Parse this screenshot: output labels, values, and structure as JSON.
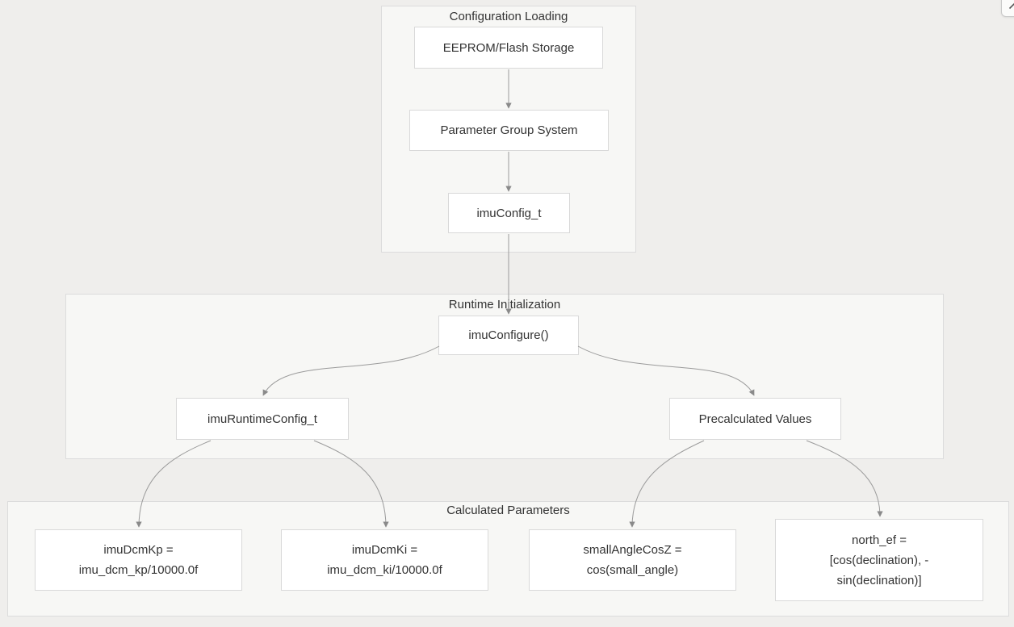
{
  "colors": {
    "page_bg": "#efeeec",
    "group_bg": "#f7f7f5",
    "group_border": "#dcdcdc",
    "node_bg": "#ffffff",
    "node_border": "#d9d9d9",
    "text": "#333333",
    "edge": "#9b9b9b"
  },
  "toolbar": {
    "corner_button": "diagonal-arrow"
  },
  "diagram": {
    "groups": [
      {
        "title": "Configuration Loading"
      },
      {
        "title": "Runtime Initialization"
      },
      {
        "title": "Calculated Parameters"
      }
    ],
    "nodes": {
      "eeprom": "EEPROM/Flash Storage",
      "pgs": "Parameter Group System",
      "imuconfig": "imuConfig_t",
      "imuconfigure": "imuConfigure()",
      "runtimeconfig": "imuRuntimeConfig_t",
      "precalc": "Precalculated Values",
      "kp": "imuDcmKp =\nimu_dcm_kp/10000.0f",
      "ki": "imuDcmKi =\nimu_dcm_ki/10000.0f",
      "cosz": "smallAngleCosZ =\ncos(small_angle)",
      "northef": "north_ef =\n[cos(declination), -\nsin(declination)]"
    },
    "edges": [
      {
        "from": "EEPROM/Flash Storage",
        "to": "Parameter Group System"
      },
      {
        "from": "Parameter Group System",
        "to": "imuConfig_t"
      },
      {
        "from": "imuConfig_t",
        "to": "imuConfigure()"
      },
      {
        "from": "imuConfigure()",
        "to": "imuRuntimeConfig_t"
      },
      {
        "from": "imuConfigure()",
        "to": "Precalculated Values"
      },
      {
        "from": "imuRuntimeConfig_t",
        "to": "imuDcmKp = imu_dcm_kp/10000.0f"
      },
      {
        "from": "imuRuntimeConfig_t",
        "to": "imuDcmKi = imu_dcm_ki/10000.0f"
      },
      {
        "from": "Precalculated Values",
        "to": "smallAngleCosZ = cos(small_angle)"
      },
      {
        "from": "Precalculated Values",
        "to": "north_ef = [cos(declination), -sin(declination)]"
      }
    ]
  }
}
